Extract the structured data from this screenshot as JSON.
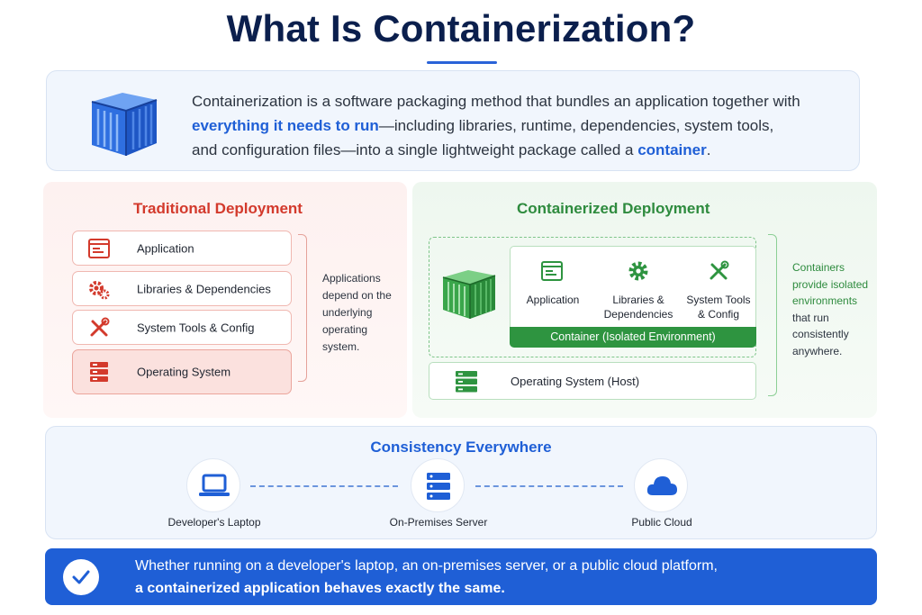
{
  "header": {
    "title": "What Is Containerization?"
  },
  "intro": {
    "p1": "Containerization is a software packaging method that bundles an application together with",
    "p2_highlight": "everything it needs to run",
    "p2_rest": "—including libraries, runtime, dependencies, system tools,",
    "p3_a": "and configuration files—into a single lightweight package called a ",
    "p3_highlight": "container",
    "p3_end": "."
  },
  "traditional": {
    "title": "Traditional Deployment",
    "layers": [
      {
        "label": "Application",
        "icon": "app-window-icon"
      },
      {
        "label": "Libraries & Dependencies",
        "icon": "gears-icon"
      },
      {
        "label": "System Tools & Config",
        "icon": "tools-icon"
      },
      {
        "label": "Operating System",
        "icon": "server-icon"
      }
    ],
    "note": "Applications depend on the underlying operating system."
  },
  "containerized": {
    "title": "Containerized Deployment",
    "items": [
      {
        "line1": "Application",
        "line2": "",
        "icon": "app-window-icon"
      },
      {
        "line1": "Libraries &",
        "line2": "Dependencies",
        "icon": "gear-icon"
      },
      {
        "line1": "System Tools",
        "line2": "& Config",
        "icon": "tools-icon"
      }
    ],
    "container_bar_a": "Container ",
    "container_bar_b": "(Isolated Environment)",
    "host_label": "Operating System (Host)",
    "note_a": "Containers",
    "note_b": "provide isolated environments",
    "note_c": "that run consistently anywhere."
  },
  "consistency": {
    "title": "Consistency Everywhere",
    "envs": [
      {
        "label": "Developer's Laptop",
        "icon": "laptop-icon"
      },
      {
        "label": "On-Premises Server",
        "icon": "server-icon"
      },
      {
        "label": "Public Cloud",
        "icon": "cloud-icon"
      }
    ]
  },
  "footer": {
    "line1": "Whether running on a developer's laptop, an on-premises server, or a public cloud platform,",
    "line2": "a containerized application behaves exactly the same."
  },
  "colors": {
    "brand_blue": "#1f5fd6",
    "title_navy": "#0b1f4d",
    "traditional_red": "#d33a2c",
    "container_green": "#2e9440"
  }
}
